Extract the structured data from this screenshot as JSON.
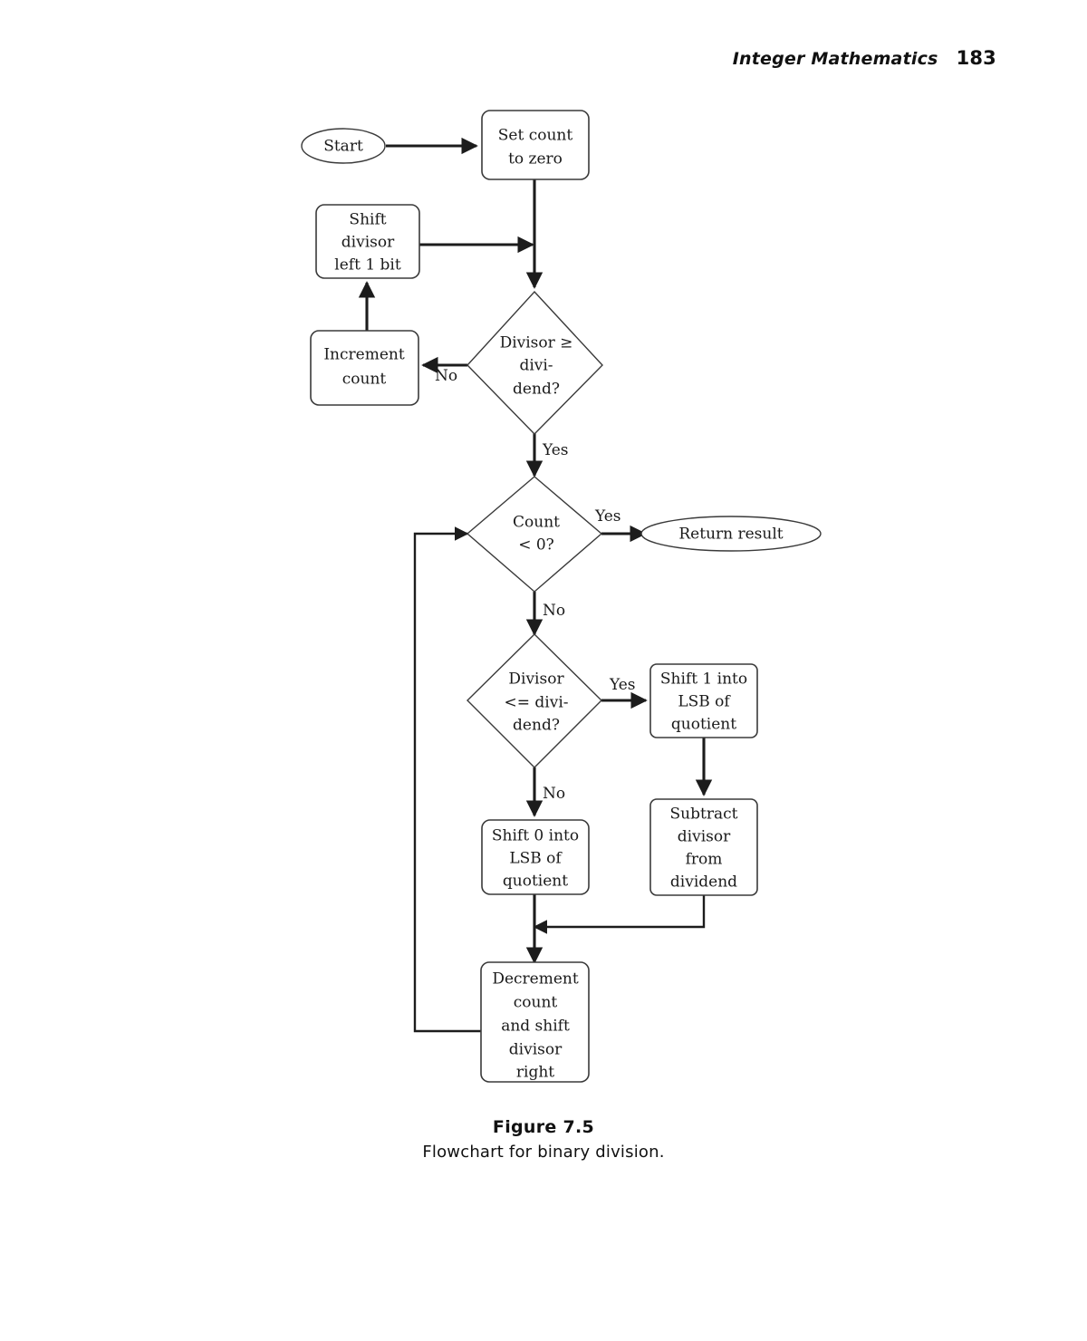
{
  "page": {
    "running_head": "Integer Mathematics",
    "page_number": "183"
  },
  "caption": {
    "title": "Figure 7.5",
    "subtitle": "Flowchart for binary division."
  },
  "flowchart": {
    "title": "Flowchart for binary division",
    "nodes": {
      "start": {
        "label": "Start",
        "shape": "ellipse"
      },
      "set_count": {
        "line1": "Set count",
        "line2": "to zero",
        "shape": "process"
      },
      "shift_divisor_left": {
        "line1": "Shift",
        "line2": "divisor",
        "line3": "left 1 bit",
        "shape": "process"
      },
      "increment_count": {
        "line1": "Increment",
        "line2": "count",
        "shape": "process"
      },
      "divisor_ge_dividend": {
        "line1": "Divisor ≥",
        "line2": "divi-",
        "line3": "dend?",
        "shape": "decision"
      },
      "count_lt_zero": {
        "line1": "Count",
        "line2": "< 0?",
        "shape": "decision"
      },
      "return_result": {
        "label": "Return result",
        "shape": "ellipse"
      },
      "divisor_le_dividend": {
        "line1": "Divisor",
        "line2": "<= divi-",
        "line3": "dend?",
        "shape": "decision"
      },
      "shift_one": {
        "line1": "Shift 1 into",
        "line2": "LSB of",
        "line3": "quotient",
        "shape": "process"
      },
      "shift_zero": {
        "line1": "Shift 0 into",
        "line2": "LSB of",
        "line3": "quotient",
        "shape": "process"
      },
      "subtract": {
        "line1": "Subtract",
        "line2": "divisor",
        "line3": "from",
        "line4": "dividend",
        "shape": "process"
      },
      "decrement": {
        "line1": "Decrement",
        "line2": "count",
        "line3": "and shift",
        "line4": "divisor",
        "line5": "right",
        "shape": "process"
      }
    },
    "edge_labels": {
      "divisor_ge_no": "No",
      "divisor_ge_yes": "Yes",
      "count_yes": "Yes",
      "count_no": "No",
      "divisor_le_yes": "Yes",
      "divisor_le_no": "No"
    },
    "colors": {
      "stroke": "#3a3a3a",
      "line": "#1c1c1c",
      "fill": "#ffffff",
      "text": "#1a1a1a"
    }
  }
}
